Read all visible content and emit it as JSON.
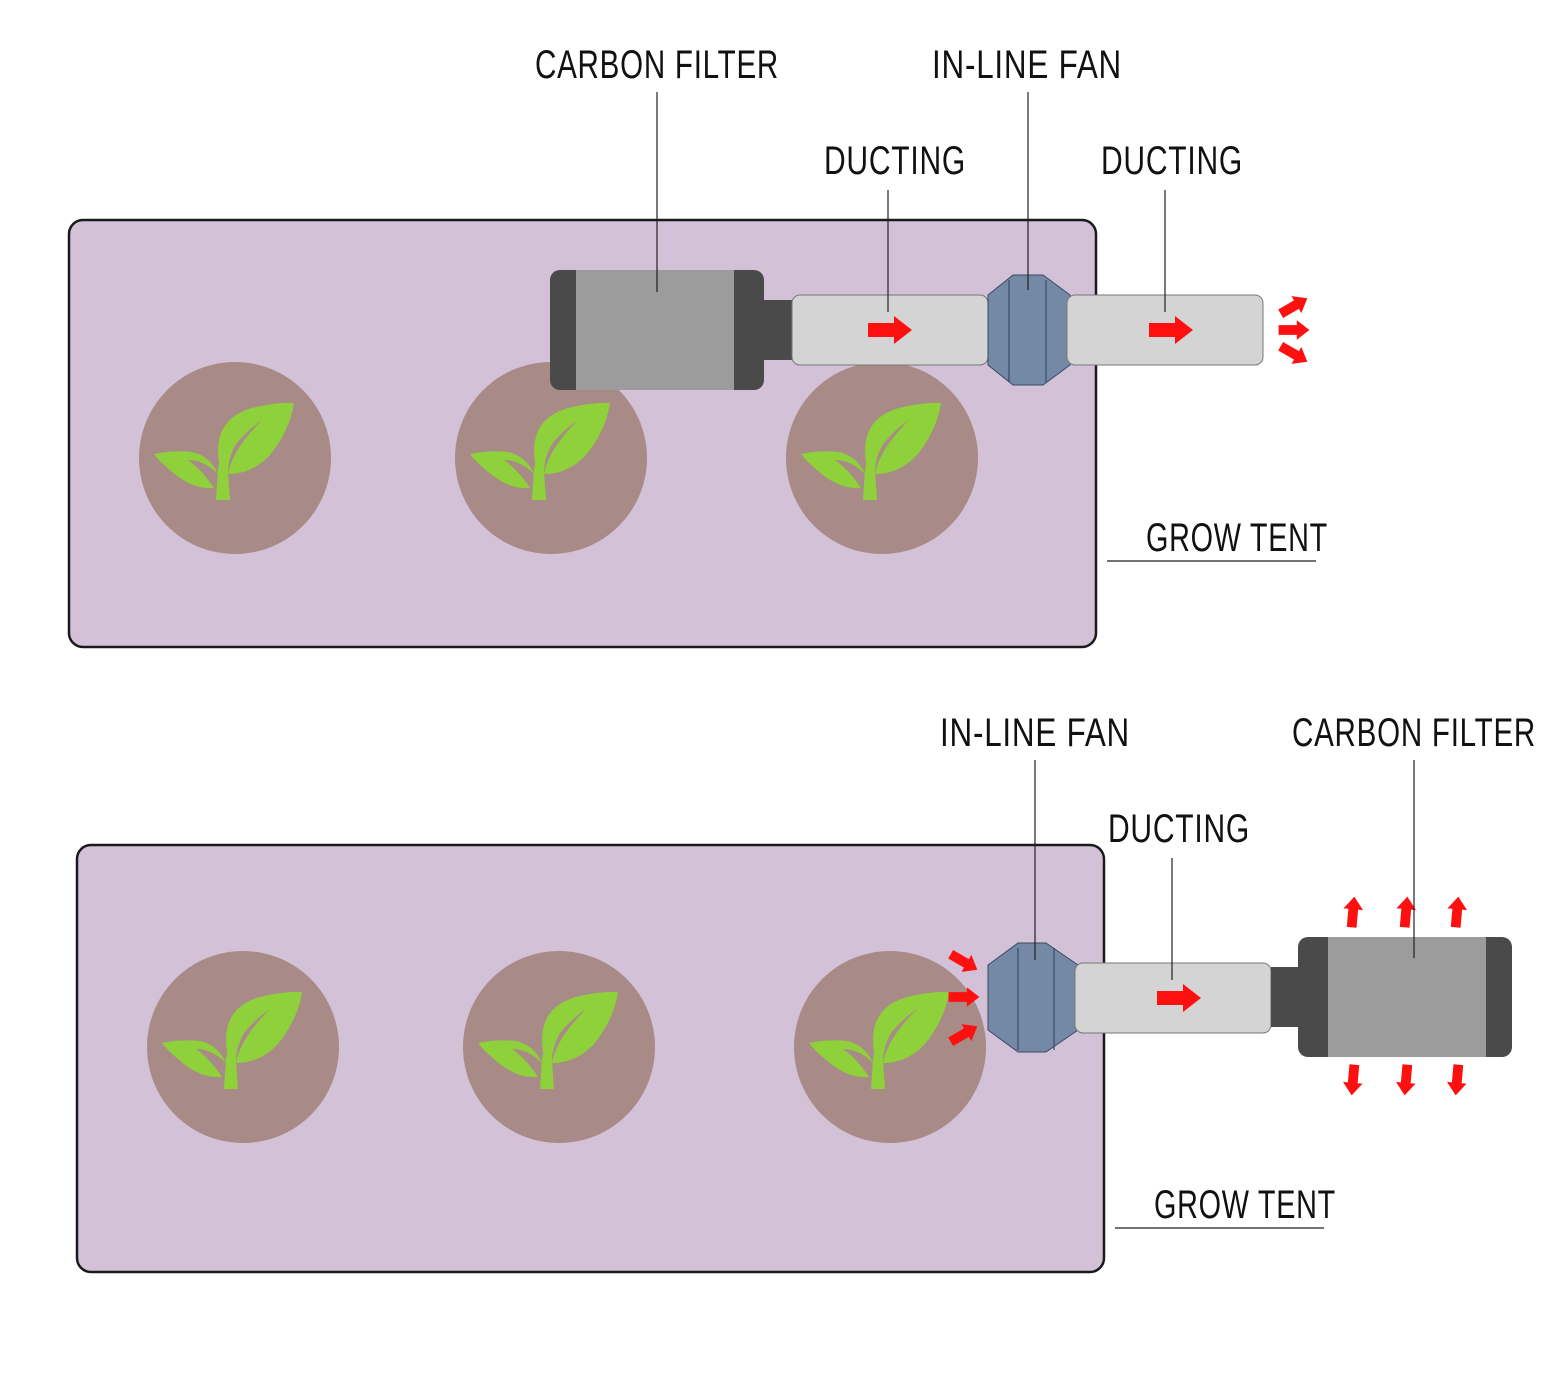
{
  "colors": {
    "tent_fill": "#d3c1d8",
    "tent_stroke": "#1a1a1a",
    "pot_fill": "#a88b87",
    "leaf": "#8fd13a",
    "filter_body": "#9c9c9c",
    "filter_cap": "#4a4a4a",
    "duct": "#d4d4d4",
    "fan": "#7489a6",
    "fan_stroke": "#3a4a62",
    "arrow": "#ff1010",
    "leader": "#222222"
  },
  "diagrams": [
    {
      "name": "setup-filter-inside",
      "labels": {
        "carbon_filter": "CARBON FILTER",
        "inline_fan": "IN-LINE FAN",
        "ducting_1": "DUCTING",
        "ducting_2": "DUCTING",
        "grow_tent": "GROW TENT"
      },
      "plant_count": 3
    },
    {
      "name": "setup-filter-outside",
      "labels": {
        "inline_fan": "IN-LINE FAN",
        "carbon_filter": "CARBON FILTER",
        "ducting": "DUCTING",
        "grow_tent": "GROW TENT"
      },
      "plant_count": 3
    }
  ]
}
